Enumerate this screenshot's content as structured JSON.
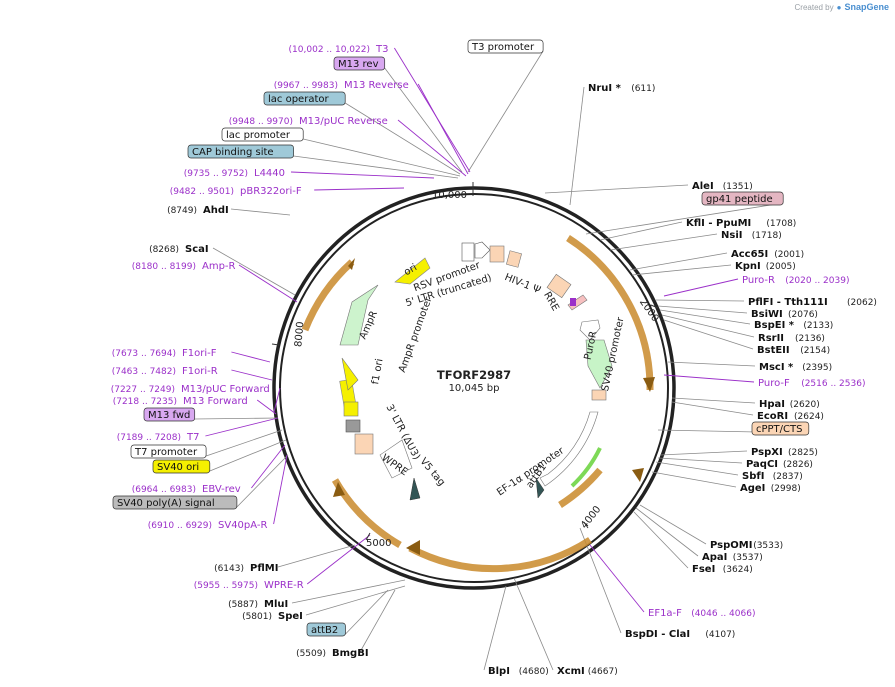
{
  "plasmid": {
    "name": "TFORF2987",
    "length_label": "10,045 bp",
    "length": 10045
  },
  "credit": {
    "prefix": "Created by",
    "brand": "SnapGene"
  },
  "colors": {
    "feature_purple": "#9b30c9",
    "arrow_orange": "#c98a2b",
    "line_gray": "#7f7f7f"
  },
  "enzymes_right": [
    {
      "name": "NruI *",
      "pos": "(611)"
    },
    {
      "name": "AleI",
      "pos": "(1351)"
    },
    {
      "name": "KflI - PpuMI",
      "pos": "(1708)"
    },
    {
      "name": "NsiI",
      "pos": "(1718)"
    },
    {
      "name": "Acc65I",
      "pos": "(2001)"
    },
    {
      "name": "KpnI",
      "pos": "(2005)"
    },
    {
      "name": "PflFI - Tth111I",
      "pos": "(2062)"
    },
    {
      "name": "BsiWI",
      "pos": "(2076)"
    },
    {
      "name": "BspEI *",
      "pos": "(2133)"
    },
    {
      "name": "RsrII",
      "pos": "(2136)"
    },
    {
      "name": "BstEII",
      "pos": "(2154)"
    },
    {
      "name": "MscI *",
      "pos": "(2395)"
    },
    {
      "name": "HpaI",
      "pos": "(2620)"
    },
    {
      "name": "EcoRI",
      "pos": "(2624)"
    },
    {
      "name": "PspXI",
      "pos": "(2825)"
    },
    {
      "name": "PaqCI",
      "pos": "(2826)"
    },
    {
      "name": "SbfI",
      "pos": "(2837)"
    },
    {
      "name": "AgeI",
      "pos": "(2998)"
    },
    {
      "name": "PspOMI",
      "pos": "(3533)"
    },
    {
      "name": "ApaI",
      "pos": "(3537)"
    },
    {
      "name": "FseI",
      "pos": "(3624)"
    },
    {
      "name": "BspDI - ClaI",
      "pos": "(4107)"
    },
    {
      "name": "XcmI",
      "pos": "(4667)"
    },
    {
      "name": "BlpI",
      "pos": "(4680)"
    }
  ],
  "enzymes_left": [
    {
      "name": "AhdI",
      "pos": "(8749)"
    },
    {
      "name": "ScaI",
      "pos": "(8268)"
    },
    {
      "name": "PflMI",
      "pos": "(6143)"
    },
    {
      "name": "MluI",
      "pos": "(5887)"
    },
    {
      "name": "SpeI",
      "pos": "(5801)"
    },
    {
      "name": "BmgBI",
      "pos": "(5509)"
    }
  ],
  "primers": [
    {
      "name": "T3",
      "pos": "(10,002 .. 10,022)"
    },
    {
      "name": "M13 Reverse",
      "pos": "(9967 .. 9983)"
    },
    {
      "name": "M13/pUC Reverse",
      "pos": "(9948 .. 9970)"
    },
    {
      "name": "L4440",
      "pos": "(9735 .. 9752)"
    },
    {
      "name": "pBR322ori-F",
      "pos": "(9482 .. 9501)"
    },
    {
      "name": "Amp-R",
      "pos": "(8180 .. 8199)"
    },
    {
      "name": "F1ori-F",
      "pos": "(7673 .. 7694)"
    },
    {
      "name": "F1ori-R",
      "pos": "(7463 .. 7482)"
    },
    {
      "name": "M13/pUC Forward",
      "pos": "(7227 .. 7249)"
    },
    {
      "name": "M13 Forward",
      "pos": "(7218 .. 7235)"
    },
    {
      "name": "T7",
      "pos": "(7189 .. 7208)"
    },
    {
      "name": "EBV-rev",
      "pos": "(6964 .. 6983)"
    },
    {
      "name": "SV40pA-R",
      "pos": "(6910 .. 6929)"
    },
    {
      "name": "WPRE-R",
      "pos": "(5955 .. 5975)"
    },
    {
      "name": "Puro-R",
      "pos": "(2020 .. 2039)"
    },
    {
      "name": "Puro-F",
      "pos": "(2516 .. 2536)"
    },
    {
      "name": "EF1a-F",
      "pos": "(4046 .. 4066)"
    }
  ],
  "boxed_features": [
    {
      "name": "T3 promoter",
      "style": "white"
    },
    {
      "name": "M13 rev",
      "style": "violet"
    },
    {
      "name": "lac operator",
      "style": "teal"
    },
    {
      "name": "lac promoter",
      "style": "white"
    },
    {
      "name": "CAP binding site",
      "style": "teal"
    },
    {
      "name": "gp41 peptide",
      "style": "pink"
    },
    {
      "name": "cPPT/CTS",
      "style": "peach"
    },
    {
      "name": "M13 fwd",
      "style": "violet"
    },
    {
      "name": "T7 promoter",
      "style": "white"
    },
    {
      "name": "SV40 ori",
      "style": "yellow"
    },
    {
      "name": "SV40 poly(A) signal",
      "style": "gray"
    },
    {
      "name": "attB2",
      "style": "teal"
    }
  ],
  "inner_labels": [
    "ori",
    "RSV promoter",
    "5' LTR (truncated)",
    "HIV-1 Ψ",
    "RRE",
    "AmpR",
    "AmpR promoter",
    "f1 ori",
    "3' LTR (ΔU3)",
    "WPRE",
    "V5 tag",
    "PuroR",
    "SV40 promoter",
    "EF-1α promoter",
    "attB1"
  ],
  "ticks": [
    "10,000",
    "2000",
    "4000",
    "5000",
    "8000"
  ]
}
